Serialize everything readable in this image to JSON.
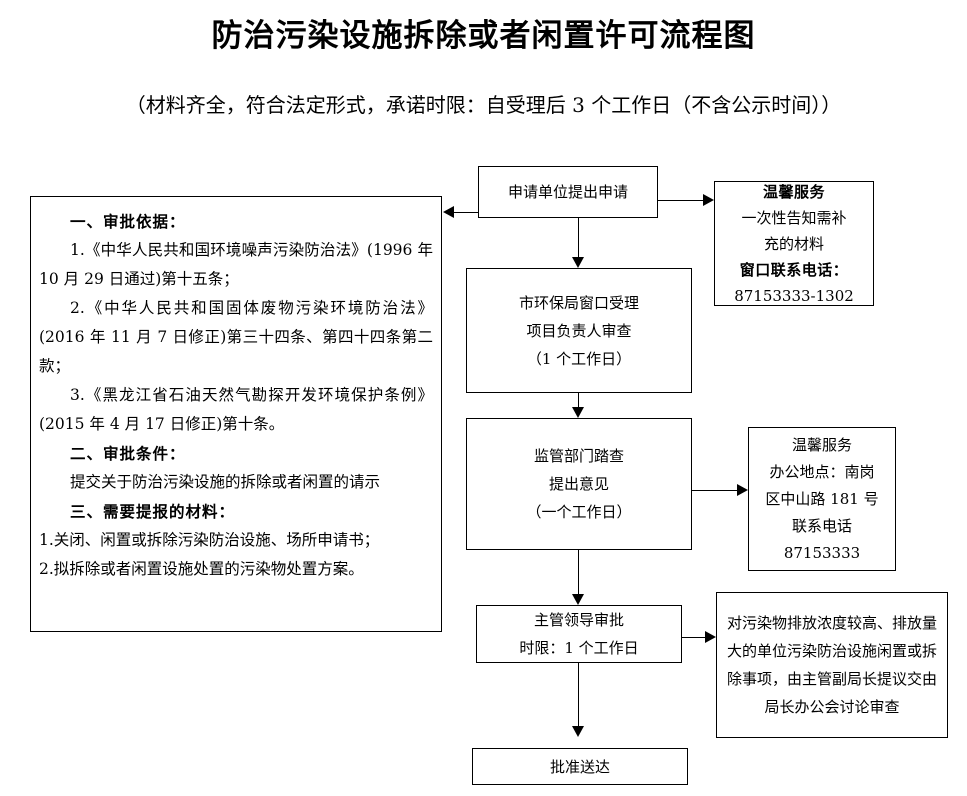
{
  "header": {
    "title": "防治污染设施拆除或者闲置许可流程图",
    "subtitle": "（材料齐全，符合法定形式，承诺时限：自受理后 3 个工作日（不含公示时间））"
  },
  "info_panel": {
    "section1_heading": "一、审批依据：",
    "item1": "1.《中华人民共和国环境噪声污染防治法》(1996 年 10 月 29 日通过)第十五条；",
    "item2": "2.《中华人民共和国固体废物污染环境防治法》(2016 年 11 月 7 日修正)第三十四条、第四十四条第二款；",
    "item3": "3.《黑龙江省石油天然气勘探开发环境保护条例》(2015 年 4 月 17 日修正)第十条。",
    "section2_heading": "二、审批条件：",
    "section2_text": "提交关于防治污染设施的拆除或者闲置的请示",
    "section3_heading": "三、需要提报的材料：",
    "material1": "1.关闭、闲置或拆除污染防治设施、场所申请书；",
    "material2": "2.拟拆除或者闲置设施处置的污染物处置方案。"
  },
  "flow": {
    "apply": {
      "line1": "申请单位提出申请"
    },
    "accept": {
      "line1": "市环保局窗口受理",
      "line2": "项目负责人审查",
      "line3": "（1 个工作日）"
    },
    "survey": {
      "line1": "监管部门踏查",
      "line2": "提出意见",
      "line3": "（一个工作日）"
    },
    "leader": {
      "line1": "主管领导审批",
      "line2": "时限：1 个工作日"
    },
    "final": {
      "line1": "批准送达"
    }
  },
  "service_window": {
    "title": "温馨服务",
    "line1": "一次性告知需补",
    "line2": "充的材料",
    "phone_label": "窗口联系电话：",
    "phone": "87153333-1302"
  },
  "service_office": {
    "title": "温馨服务",
    "line1": "办公地点：南岗",
    "line2": "区中山路 181 号",
    "phone_label": "联系电话",
    "phone": "87153333"
  },
  "note": {
    "text": "对污染物排放浓度较高、排放量大的单位污染防治设施闲置或拆除事项，由主管副局长提议交由局长办公会讨论审查"
  },
  "colors": {
    "stroke": "#000000",
    "background": "#ffffff",
    "text": "#000000"
  }
}
